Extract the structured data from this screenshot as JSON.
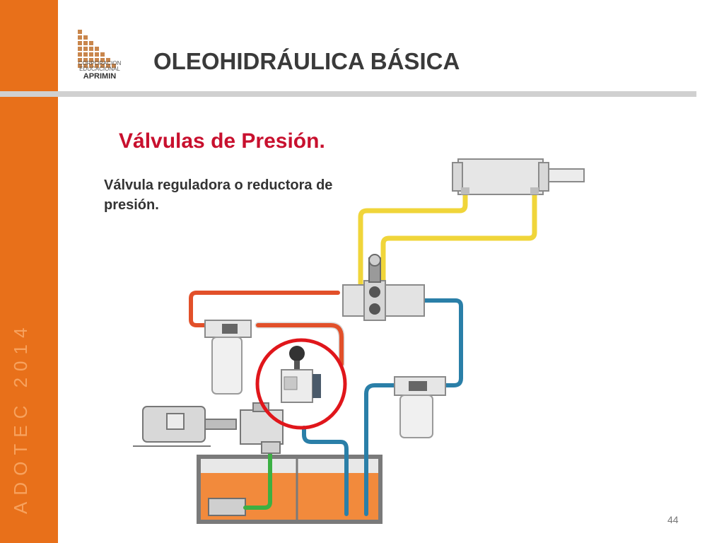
{
  "sidebar": {
    "vertical_text": "ADOTEC 2014",
    "color": "#e8701a"
  },
  "logo": {
    "line1": "CORPORACION",
    "line2": "EDUCACIONAL",
    "brand": "APRIMIN"
  },
  "header": {
    "title": "OLEOHIDRÁULICA BÁSICA"
  },
  "content": {
    "subtitle": "Válvulas de Presión.",
    "caption": "Válvula reguladora o reductora de presión."
  },
  "diagram": {
    "highlight_color": "#e0161b",
    "pipe_colors": {
      "pressure_return": "#e2502a",
      "cylinder_lines": "#f0d53a",
      "return_line": "#2a7fa8",
      "suction": "#3cb043",
      "tank": "#f28a3c"
    }
  },
  "footer": {
    "page_number": "44"
  }
}
